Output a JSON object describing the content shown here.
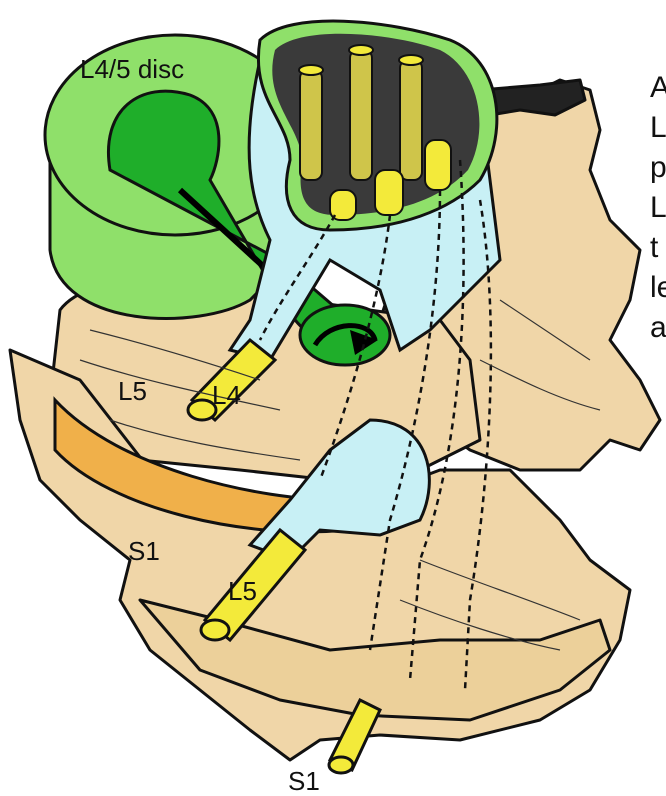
{
  "labels": {
    "disc": "L4/5 disc",
    "vertebra_l5": "L5",
    "vertebra_s1": "S1",
    "root_l4": "L4",
    "root_l5": "L5",
    "root_s1": "S1"
  },
  "side_text": [
    "A",
    "L",
    "p",
    "L",
    "t",
    "le",
    "a"
  ],
  "colors": {
    "bone": "#f0d6a8",
    "disc_outer": "#8fe06a",
    "disc_inner": "#1fae2a",
    "nerve": "#f3ea3a",
    "dura": "#c8f0f5",
    "annulus_band": "#f0b04a"
  }
}
